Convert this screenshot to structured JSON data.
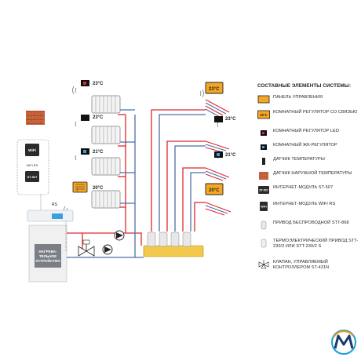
{
  "temps": {
    "rad1": "23°C",
    "rad2": "23°C",
    "rad3": "21°C",
    "rad4": "20°C",
    "floor1": "23°C",
    "floor2": "23°C",
    "floor3": "21°C",
    "floor4": "20°C"
  },
  "devices": {
    "wifi_label": "WiFi",
    "wifi_model": "WiFi RS",
    "st_label": "ST-507",
    "rs_label": "RS",
    "heater_label": "НАГРЕВА-\nТЕЛЬНОЕ\nУСТРОЙСТВО"
  },
  "legend": {
    "title": "СОСТАВНЫЕ ЭЛЕМЕНТЫ СИСТЕМЫ:",
    "items": [
      {
        "icon": "control-panel-icon",
        "text": "ПАНЕЛЬ УПРАВЛЕНИЯ"
      },
      {
        "icon": "room-regulator-icon",
        "text": "КОМНАТНЫЙ РЕГУЛЯТОР СО СВЯЗЬЮ",
        "badge": "20°C"
      },
      {
        "icon": "led-regulator-icon",
        "text": "КОМНАТНЫЙ РЕГУЛЯТОР LED"
      },
      {
        "icon": "lcd-regulator-icon",
        "text": "КОМНАТНЫЙ ЖК-РЕГУЛЯТОР"
      },
      {
        "icon": "temp-sensor-icon",
        "text": "ДАТЧИК ТЕМПЕРАТУРЫ"
      },
      {
        "icon": "outdoor-sensor-icon",
        "text": "ДАТЧИК НАРУЖНОЙ ТЕМПЕРАТУРЫ"
      },
      {
        "icon": "internet-module-icon",
        "text": "ИНТЕРНЕТ-МОДУЛЬ ST-507",
        "badge": "ST-507"
      },
      {
        "icon": "wifi-module-icon",
        "text": "ИНТЕРНЕТ-МОДУЛЬ WIFI RS",
        "badge": "WiFi"
      },
      {
        "icon": "wireless-drive-icon",
        "text": "ПРИВОД БЕСПРОВОДНОЙ STT-868"
      },
      {
        "icon": "thermo-drive-icon",
        "text": "ТЕРМОЭЛЕКТРИЧЕСКИЙ ПРИВОД STT-230/2 ИЛИ STT-230/2 S"
      },
      {
        "icon": "valve-icon",
        "text": "КЛАПАН, УПРАВЛЯЕМЫЙ КОНТРОЛЛЕРОМ ST-431N"
      }
    ]
  },
  "colors": {
    "hot": "#e1262d",
    "cold": "#4a6fa8",
    "manifold": "#f2c94c",
    "panel": "#f5a623"
  }
}
